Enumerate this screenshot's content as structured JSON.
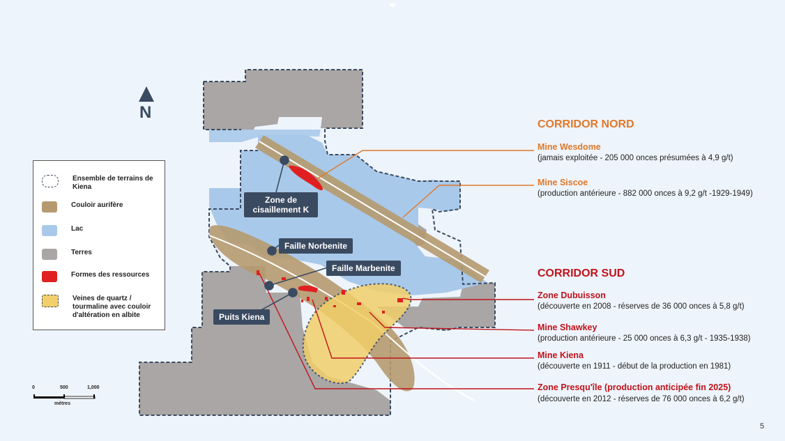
{
  "corridors": {
    "nord": {
      "title": "CORRIDOR NORD",
      "color": "#e0782a",
      "items": [
        {
          "name": "Mine Wesdome",
          "desc": "(jamais exploitée - 205 000 onces présumées à 4,9 g/t)"
        },
        {
          "name": "Mine Siscoe",
          "desc": "(production antérieure - 882 000 onces à 9,2 g/t -1929-1949)"
        }
      ]
    },
    "sud": {
      "title": "CORRIDOR SUD",
      "color": "#c0121a",
      "items": [
        {
          "name": "Zone Dubuisson",
          "desc": "(découverte en 2008 - réserves de 36 000 onces à 5,8 g/t)"
        },
        {
          "name": "Mine Shawkey",
          "desc": "(production antérieure - 25 000 onces à 6,3 g/t - 1935-1938)"
        },
        {
          "name": "Mine Kiena",
          "desc": "(découverte en 1911 - début de la production en 1981)"
        },
        {
          "name": "Zone Presqu'île (production anticipée fin 2025)",
          "desc": "(découverte en 2012 - réserves de 76 000 onces à 6,2 g/t)"
        }
      ]
    }
  },
  "callouts": {
    "zone_cisaillement": "Zone de cisaillement K",
    "faille_norbenite": "Faille Norbenite",
    "faille_marbenite": "Faille Marbenite",
    "puits_kiena": "Puits Kiena"
  },
  "legend": [
    {
      "label": "Ensemble de terrains de Kiena",
      "icon": "dashed-outline"
    },
    {
      "label": "Couloir aurifère",
      "color": "#b59a6f"
    },
    {
      "label": "Lac",
      "color": "#a9c9ea"
    },
    {
      "label": "Terres",
      "color": "#a9a6a5"
    },
    {
      "label": "Formes des ressources",
      "color": "#e02020"
    },
    {
      "label": "Veines de quartz / tourmaline avec couloir d'altération en albite",
      "color": "#f2cf6a"
    }
  ],
  "north_label": "N",
  "scale": {
    "ticks": [
      "0",
      "500",
      "1,000"
    ],
    "unit": "mètres"
  },
  "page_number": "5",
  "colors": {
    "land": "#a9a6a5",
    "lake": "#a9c9ea",
    "gold": "#b59a6f",
    "quartz": "#f2cf6a",
    "ore": "#e02020"
  }
}
